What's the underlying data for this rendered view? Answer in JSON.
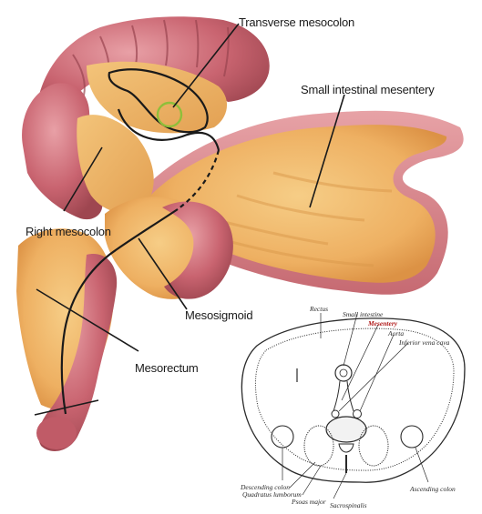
{
  "labels": {
    "transverse_mesocolon": "Transverse mesocolon",
    "small_intestinal_mesentery": "Small intestinal mesentery",
    "right_mesocolon": "Right mesocolon",
    "mesosigmoid": "Mesosigmoid",
    "mesorectum": "Mesorectum"
  },
  "inset": {
    "rectus": "Rectus",
    "small_intestine": "Small intestine",
    "mesentery": "Mesentery",
    "aorta": "Aorta",
    "inferior_vena_cava": "Inferior vena cava",
    "descending_colon": "Descending colon",
    "quadratus_lumborum": "Quadratus lumborum",
    "psoas_major": "Psoas major",
    "sacrospinalis": "Sacrospinalis",
    "ascending_colon": "Ascending colon"
  },
  "colors": {
    "mesentery": "#f0b765",
    "bowel": "#c9646e",
    "line": "#1a1a1a",
    "highlight_ring": "#8fbf3a",
    "inset_red": "#b01818"
  }
}
